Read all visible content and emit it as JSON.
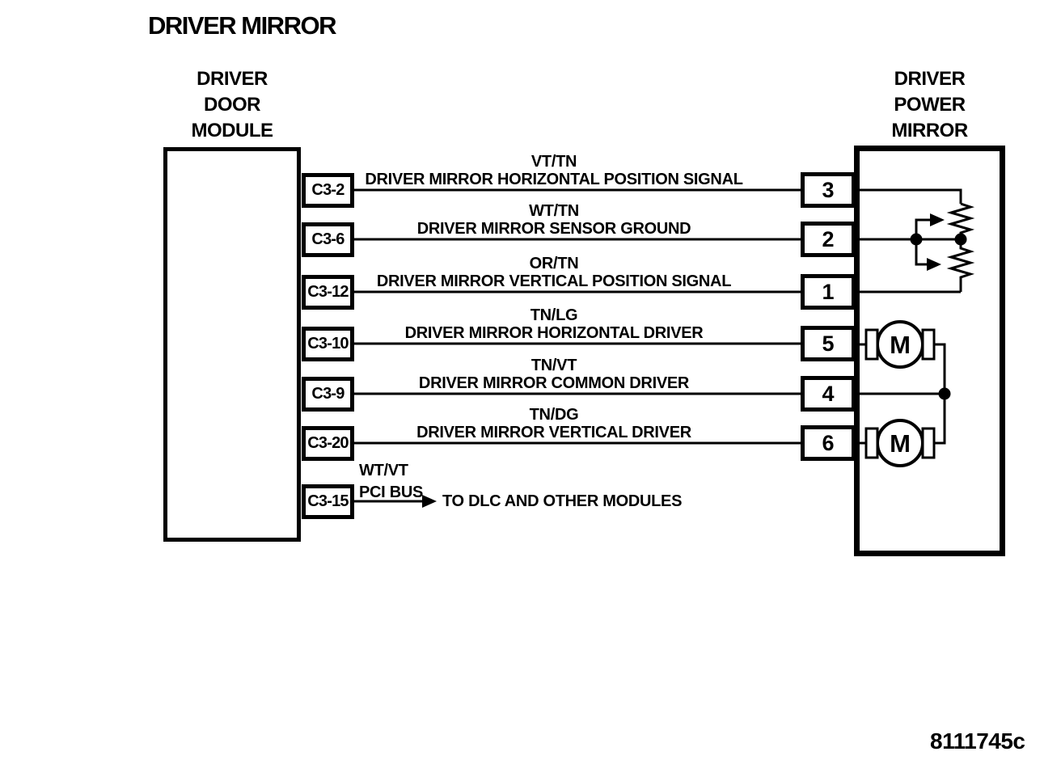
{
  "title": "DRIVER MIRROR",
  "diagram_code": "8111745c",
  "left_module": {
    "name_lines": [
      "DRIVER",
      "DOOR",
      "MODULE"
    ]
  },
  "right_module": {
    "name_lines": [
      "DRIVER",
      "POWER",
      "MIRROR"
    ]
  },
  "wires": [
    {
      "left_pin": "C3-2",
      "right_pin": "3",
      "color": "VT/TN",
      "signal": "DRIVER MIRROR HORIZONTAL POSITION SIGNAL"
    },
    {
      "left_pin": "C3-6",
      "right_pin": "2",
      "color": "WT/TN",
      "signal": "DRIVER MIRROR SENSOR GROUND"
    },
    {
      "left_pin": "C3-12",
      "right_pin": "1",
      "color": "OR/TN",
      "signal": "DRIVER MIRROR VERTICAL POSITION SIGNAL"
    },
    {
      "left_pin": "C3-10",
      "right_pin": "5",
      "color": "TN/LG",
      "signal": "DRIVER MIRROR HORIZONTAL DRIVER"
    },
    {
      "left_pin": "C3-9",
      "right_pin": "4",
      "color": "TN/VT",
      "signal": "DRIVER MIRROR COMMON DRIVER"
    },
    {
      "left_pin": "C3-20",
      "right_pin": "6",
      "color": "TN/DG",
      "signal": "DRIVER MIRROR VERTICAL DRIVER"
    }
  ],
  "bus": {
    "left_pin": "C3-15",
    "color": "WT/VT",
    "label": "PCI BUS",
    "destination": "TO DLC AND OTHER MODULES"
  },
  "symbols": {
    "motor_label": "M"
  },
  "colors": {
    "ink": "#000000",
    "paper": "#ffffff"
  }
}
